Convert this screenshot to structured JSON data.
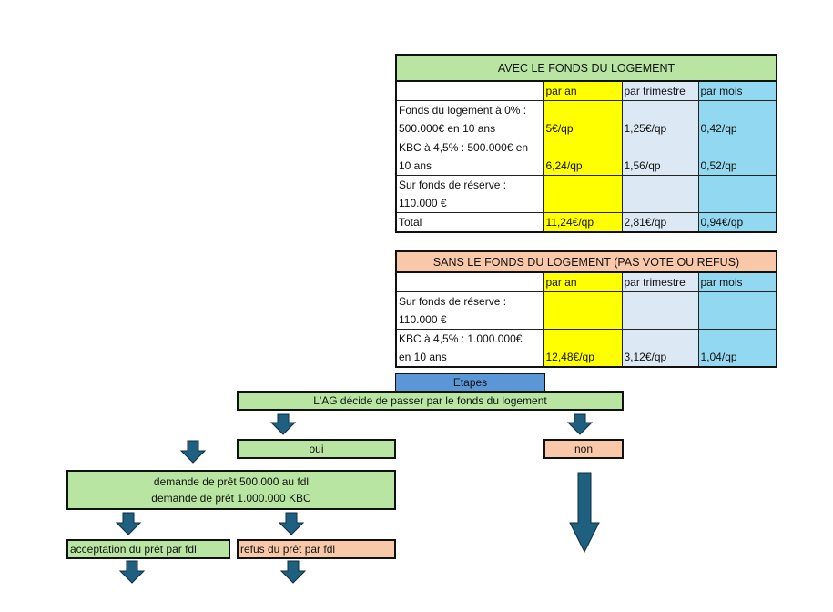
{
  "avec": {
    "title": "AVEC LE  FONDS DU LOGEMENT",
    "headers": [
      "par an",
      "par trimestre",
      "par mois"
    ],
    "rows": [
      {
        "label1": "Fonds du logement à 0% :",
        "label2": "500.000€ en 10 ans",
        "an": "5€/qp",
        "trimestre": "1,25€/qp",
        "mois": "0,42/qp"
      },
      {
        "label1": "KBC à 4,5% : 500.000€ en",
        "label2": "10 ans",
        "an": "6,24/qp",
        "trimestre": "1,56/qp",
        "mois": "0,52/qp"
      },
      {
        "label1": "Sur fonds de réserve :",
        "label2": "110.000 €",
        "an": "",
        "trimestre": "",
        "mois": ""
      }
    ],
    "total": {
      "label": "Total",
      "an": "11,24€/qp",
      "trimestre": "2,81€/qp",
      "mois": "0,94€/qp"
    }
  },
  "sans": {
    "title": "SANS LE FONDS DU LOGEMENT (PAS VOTE OU REFUS)",
    "headers": [
      "par an",
      "par trimestre",
      "par mois"
    ],
    "rows": [
      {
        "label1": "Sur fonds de réserve :",
        "label2": "110.000 €",
        "an": "",
        "trimestre": "",
        "mois": ""
      },
      {
        "label1": "KBC à 4,5% : 1.000.000€",
        "label2": "en 10 ans",
        "an": "12,48€/qp",
        "trimestre": "3,12€/qp",
        "mois": "1,04/qp"
      }
    ]
  },
  "flow": {
    "etapes": "Etapes",
    "decision": "L'AG décide de passer par le fonds du logement",
    "oui": "oui",
    "non": "non",
    "demande1": "demande de prêt 500.000  au fdl",
    "demande2": "demande de prêt 1.000.000 KBC",
    "acceptation": "acceptation du prêt par fdl",
    "refus": "refus du prêt par fdl"
  },
  "colors": {
    "green": "#b8e6a2",
    "salmon": "#f8c8a8",
    "yellow": "#ffff00",
    "light_blue": "#dce9f5",
    "cyan": "#92d8f0",
    "etapes_blue": "#5b96d6",
    "arrow": "#1f5f7f"
  }
}
